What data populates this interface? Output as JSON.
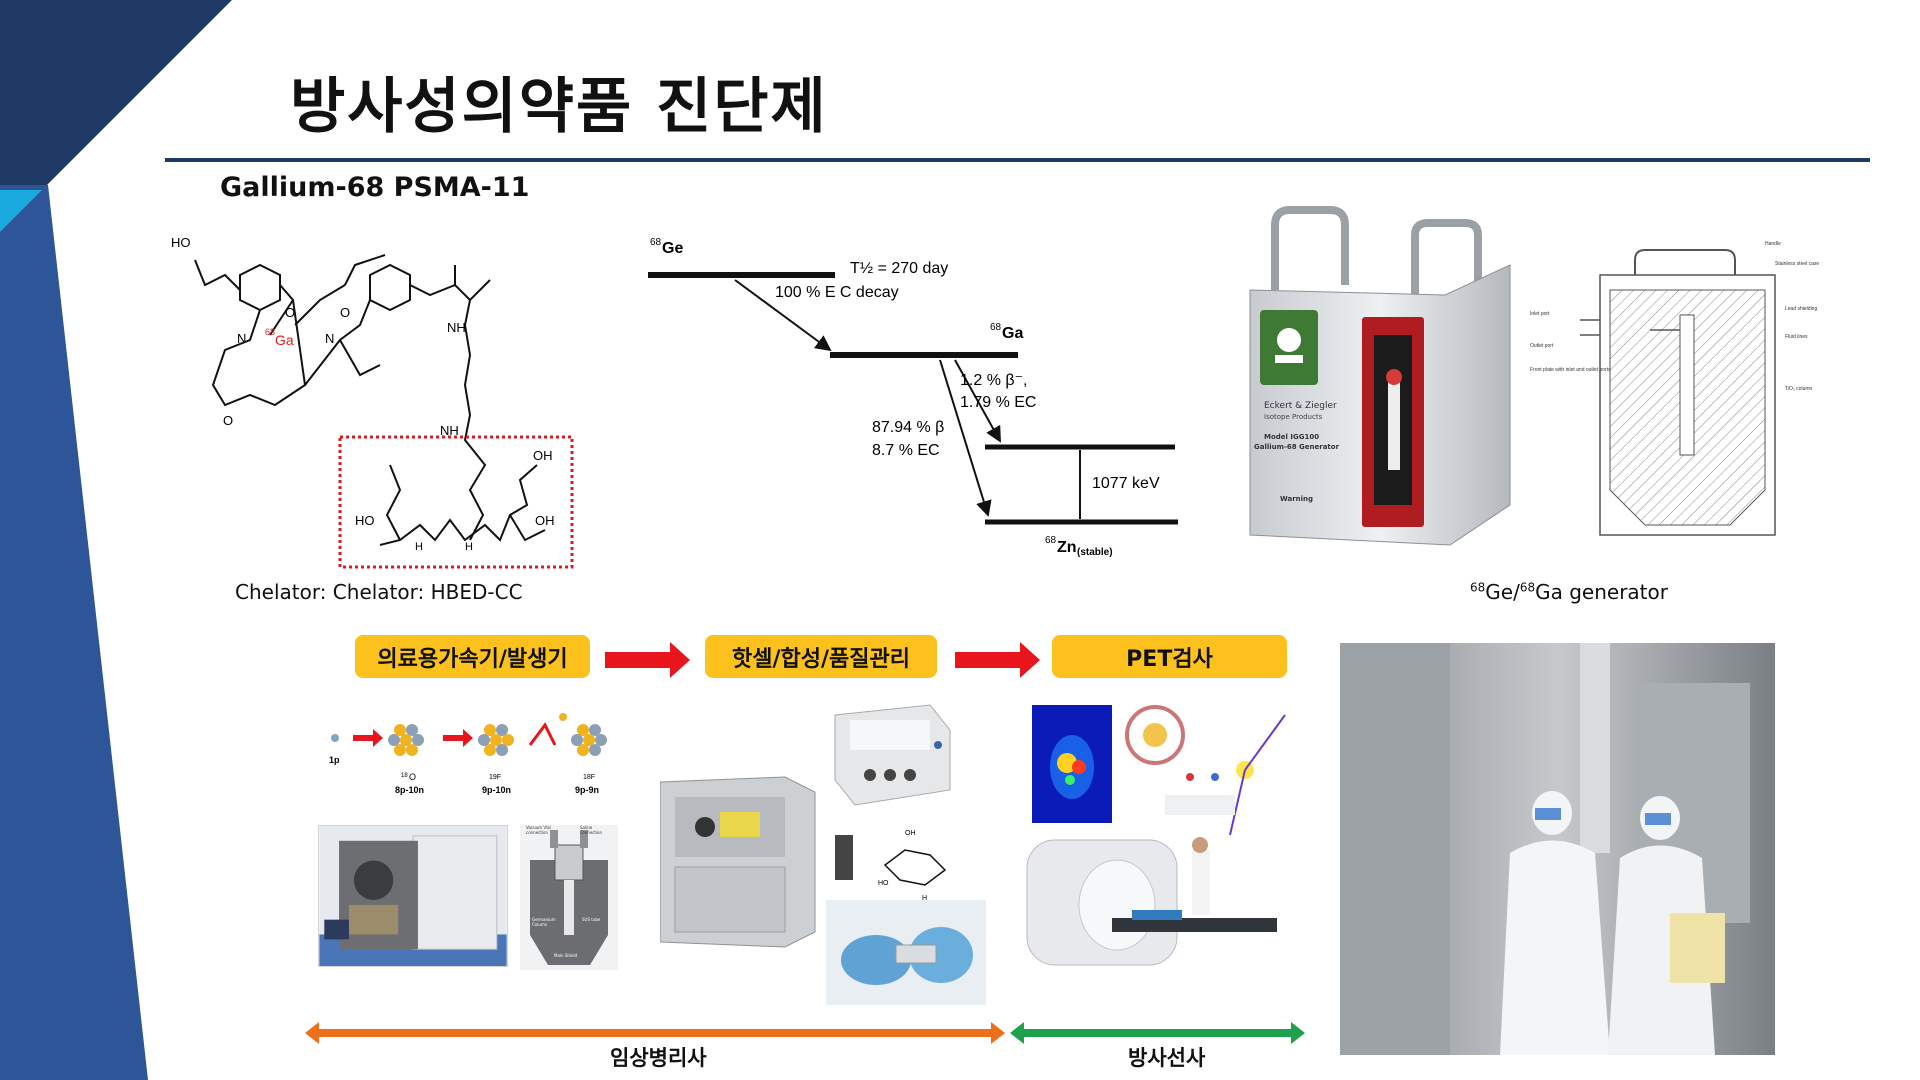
{
  "slide": {
    "title": "방사성의약품 진단제",
    "subtitle": "Gallium-68 PSMA-11"
  },
  "colors": {
    "navy": "#1f3a64",
    "blue": "#2d5597",
    "cyan": "#1aa9df",
    "pill": "#fcc11c",
    "red_arrow": "#e8161c",
    "orange": "#ee6f1b",
    "green": "#1ea04c",
    "title_rule": "#1f3a64"
  },
  "structure": {
    "caption": "Chelator: Chelator: HBED-CC",
    "labels": {
      "ho_top": "HO",
      "ga": "Ga",
      "ga_mass": "68",
      "n1": "N",
      "n2": "N",
      "o1": "O",
      "o2": "O",
      "o3": "O",
      "nh1": "NH",
      "nh2": "NH",
      "oh1": "OH",
      "oh2": "OH",
      "ho_bottom": "HO",
      "h1": "H",
      "h2": "H"
    }
  },
  "decay_scheme": {
    "parent": "Ge",
    "parent_mass": "68",
    "half_life": "T½ = 270 day",
    "parent_mode": "100 % E C decay",
    "daughter": "Ga",
    "daughter_mass": "68",
    "branch_small_1": "1.2 % β⁻,",
    "branch_small_2": "1.79 % EC",
    "branch_big_1": "87.94 % β",
    "branch_big_2": "8.7 % EC",
    "gamma": "1077 keV",
    "product": "Zn",
    "product_mass": "68",
    "product_note": "(stable)"
  },
  "generator": {
    "caption_mass_1": "68",
    "caption_el_1": "Ge/",
    "caption_mass_2": "68",
    "caption_el_2": "Ga generator",
    "device_brand": "Eckert & Ziegler",
    "device_sub": "Isotope Products",
    "device_model": "Model IGG100",
    "device_name": "Gallium-68 Generator",
    "device_warning": "Warning",
    "schematic_labels": {
      "handle": "Handle",
      "steel": "Stainless steel case",
      "inlet": "Inlet port",
      "outlet": "Outlet port",
      "lead": "Lead shielding",
      "fluid": "Fluid lines",
      "front": "Front plate with inlet and outlet ports",
      "column": "TiO₂ column"
    }
  },
  "workflow": {
    "step1": "의료용가속기/발생기",
    "step2": "핫셀/합성/품질관리",
    "step3": "PET검사",
    "range1": "임상병리사",
    "range2": "방사선사",
    "nuclides": {
      "p": "1p",
      "o18_mass": "18",
      "o18_el": "O",
      "o18_comp": "8p-10n",
      "f19": "19F",
      "f19_comp": "9p-10n",
      "f18": "18F",
      "f18_comp": "9p-9n"
    },
    "chem_labels": {
      "oh": "OH",
      "ho": "HO",
      "h": "H"
    },
    "column_labels": {
      "vacuum": "Vacuum Vial connection",
      "saline": "Saline connection",
      "germanium": "Germanium Column",
      "tube": "SUS tube",
      "shield": "Main Shield"
    }
  }
}
